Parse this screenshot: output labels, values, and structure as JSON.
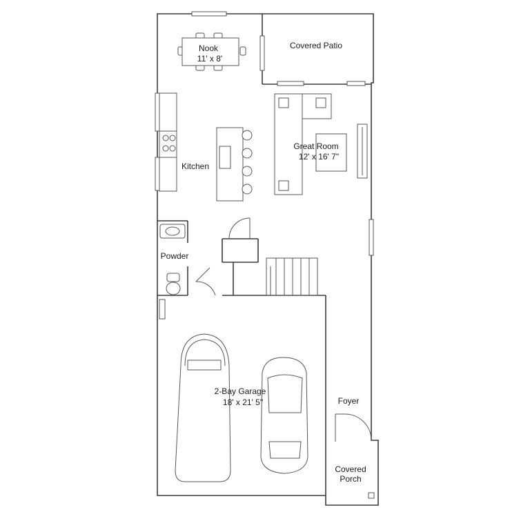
{
  "colors": {
    "background": "#ffffff",
    "wall": "#3a3a3a",
    "line": "#555555",
    "text": "#1a1a1a"
  },
  "rooms": {
    "nook": {
      "name": "Nook",
      "size": "11' x 8'"
    },
    "covered_patio": {
      "name": "Covered Patio"
    },
    "great_room": {
      "name": "Great Room",
      "size": "12' x 16' 7\""
    },
    "kitchen": {
      "name": "Kitchen"
    },
    "powder": {
      "name": "Powder"
    },
    "garage": {
      "name": "2-Bay Garage",
      "size": "18' x 21' 5\""
    },
    "foyer": {
      "name": "Foyer"
    },
    "covered_porch": {
      "name_line1": "Covered",
      "name_line2": "Porch"
    }
  }
}
